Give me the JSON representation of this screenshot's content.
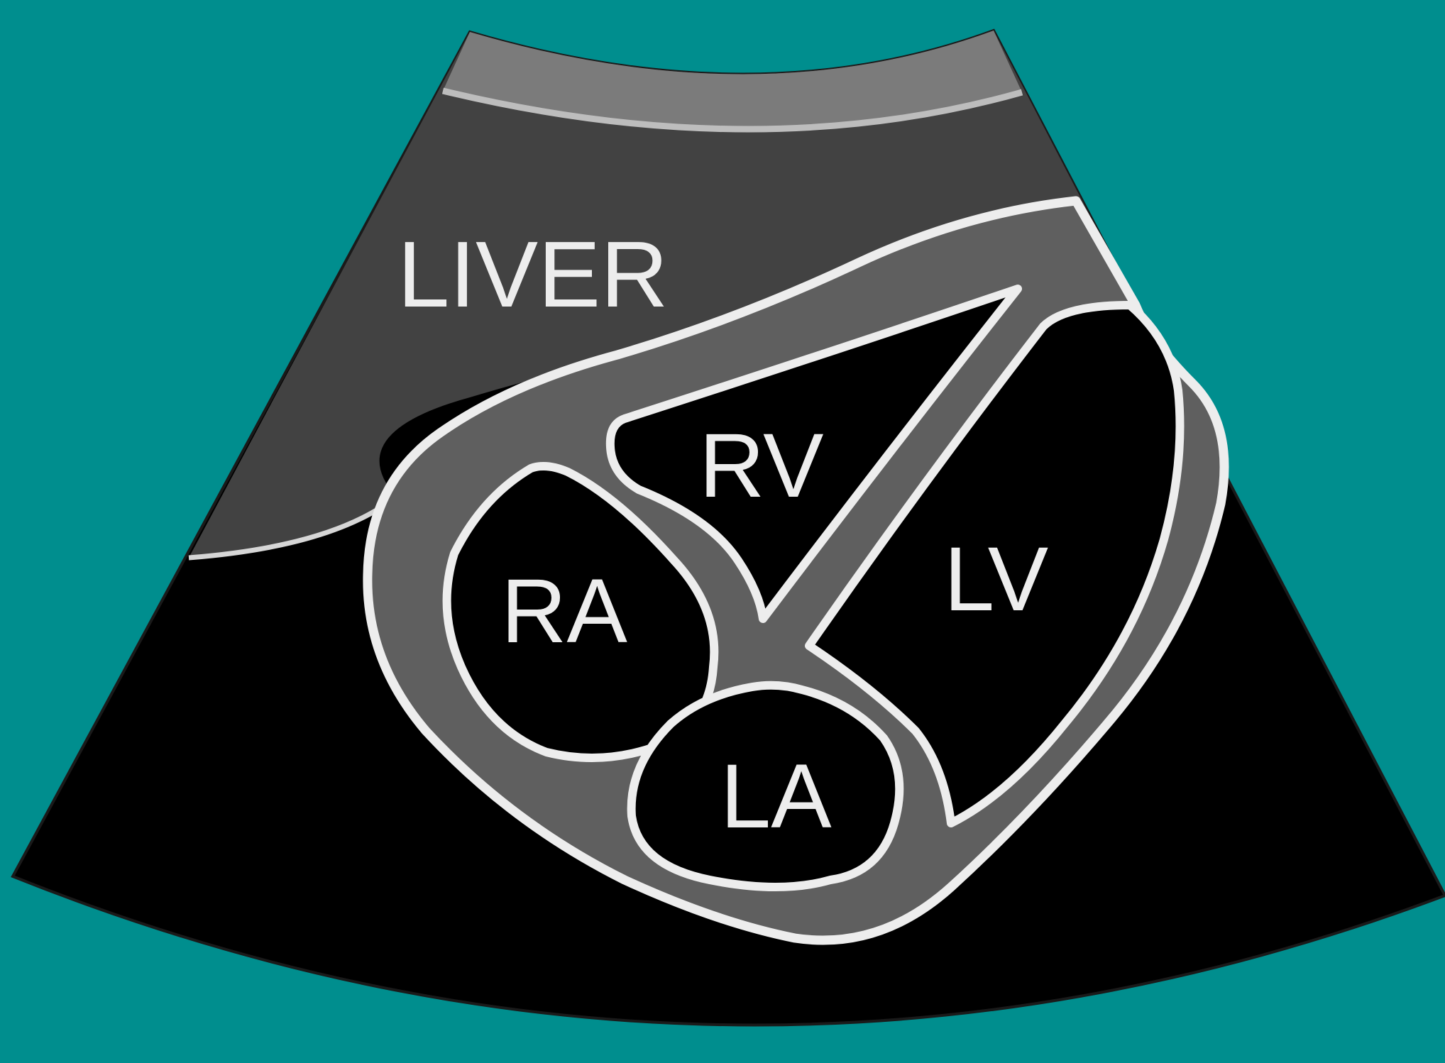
{
  "labels": {
    "liver": "LIVER",
    "rv": "RV",
    "lv": "LV",
    "ra": "RA",
    "la": "LA"
  },
  "colors": {
    "background": "#008E8E",
    "sector": "#000000",
    "liver": "#424242",
    "skin_layer": "#7B7B7B",
    "tissue": "#5F5F5F",
    "outline": "#EDEDED"
  }
}
